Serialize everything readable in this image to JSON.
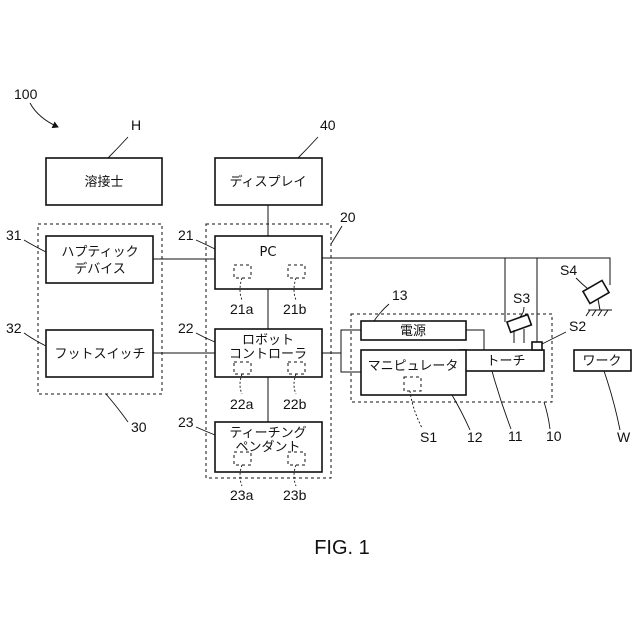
{
  "labels": {
    "welder": "溶接士",
    "display": "ディスプレイ",
    "haptic_line1": "ハプティック",
    "haptic_line2": "デバイス",
    "footswitch": "フットスイッチ",
    "pc": "PC",
    "robot_line1": "ロボット",
    "robot_line2": "コントローラ",
    "teaching_line1": "ティーチング",
    "teaching_line2": "ペンダント",
    "power": "電源",
    "manipulator": "マニピュレータ",
    "torch": "トーチ",
    "work": "ワーク"
  },
  "refs": {
    "system": "100",
    "welder": "H",
    "display": "40",
    "controller_group": "20",
    "pc": "21",
    "pc_a": "21a",
    "pc_b": "21b",
    "robot": "22",
    "robot_a": "22a",
    "robot_b": "22b",
    "teaching": "23",
    "teaching_a": "23a",
    "teaching_b": "23b",
    "haptic": "31",
    "footswitch": "32",
    "operator_group": "30",
    "power": "13",
    "sensor_s1": "S1",
    "manipulator": "12",
    "torch": "11",
    "robot_group": "10",
    "sensor_s2": "S2",
    "sensor_s3": "S3",
    "sensor_s4": "S4",
    "work": "W"
  },
  "caption": "FIG. 1"
}
